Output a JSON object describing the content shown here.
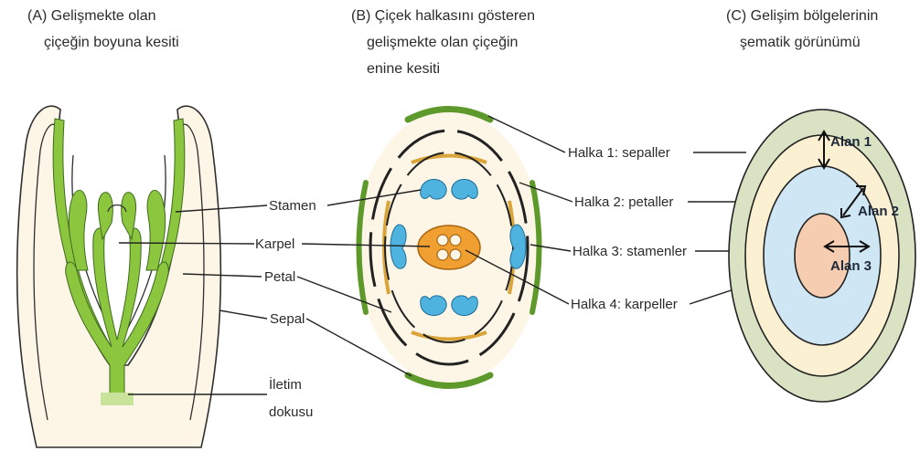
{
  "panels": {
    "a": {
      "title_line1": "(A) Gelişmekte olan",
      "title_line2": "çiçeğin boyuna kesiti"
    },
    "b": {
      "title_line1": "(B) Çiçek halkasını gösteren",
      "title_line2": "gelişmekte olan çiçeğin",
      "title_line3": "enine kesiti"
    },
    "c": {
      "title_line1": "(C) Gelişim bölgelerinin",
      "title_line2": "şematik görünümü"
    }
  },
  "labels_a": {
    "stamen": "Stamen",
    "karpel": "Karpel",
    "petal": "Petal",
    "sepal": "Sepal",
    "iletim1": "İletim",
    "iletim2": "dokusu"
  },
  "labels_b": {
    "halka1": "Halka 1: sepaller",
    "halka2": "Halka 2: petaller",
    "halka3": "Halka 3: stamenler",
    "halka4": "Halka 4: karpeller"
  },
  "labels_c": {
    "alan1": "Alan 1",
    "alan2": "Alan 2",
    "alan3": "Alan 3"
  },
  "colors": {
    "green": "#8cc63f",
    "dark_green": "#3f6b1f",
    "cream": "#fdf5e6",
    "gold": "#d9a53a",
    "blue": "#4fb3e0",
    "orange": "#f0a030",
    "zone1": "#d9e3c4",
    "zone2": "#fbf0d2",
    "zone3": "#cfe6f4",
    "zone4": "#f6cdb0"
  }
}
